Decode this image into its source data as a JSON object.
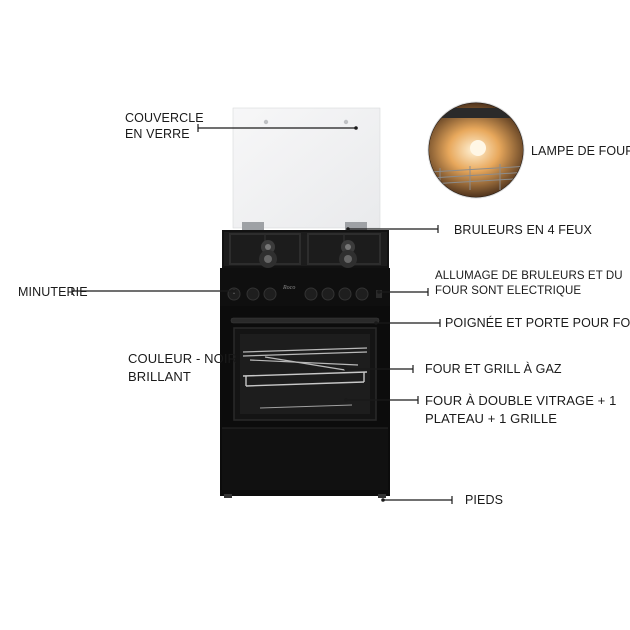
{
  "labels": {
    "couvercle_line1": "COUVERCLE",
    "couvercle_line2": "EN VERRE",
    "lampe": "LAMPE DE FOUR",
    "bruleurs": "BRULEURS EN 4 FEUX",
    "minuterie": "MINUTERIE",
    "allumage_line1": "ALLUMAGE DE BRULEURS ET DU",
    "allumage_line2": "FOUR SONT ELECTRIQUE",
    "poignee": "POIGNÉE ET PORTE POUR FOUR",
    "couleur_line1": "COULEUR - NOIR",
    "couleur_line2": "BRILLANT",
    "four_grill": "FOUR ET GRILL À GAZ",
    "vitrage_line1": "FOUR À DOUBLE VITRAGE + 1",
    "vitrage_line2": "PLATEAU + 1 GRILLE",
    "pieds": "PIEDS"
  },
  "appliance": {
    "brand_mark": "Roco"
  },
  "colors": {
    "body": "#0d0d0d",
    "glass": "#f1f2f3",
    "lamp_glow": "#f3b56a",
    "text": "#1a1a1a"
  }
}
